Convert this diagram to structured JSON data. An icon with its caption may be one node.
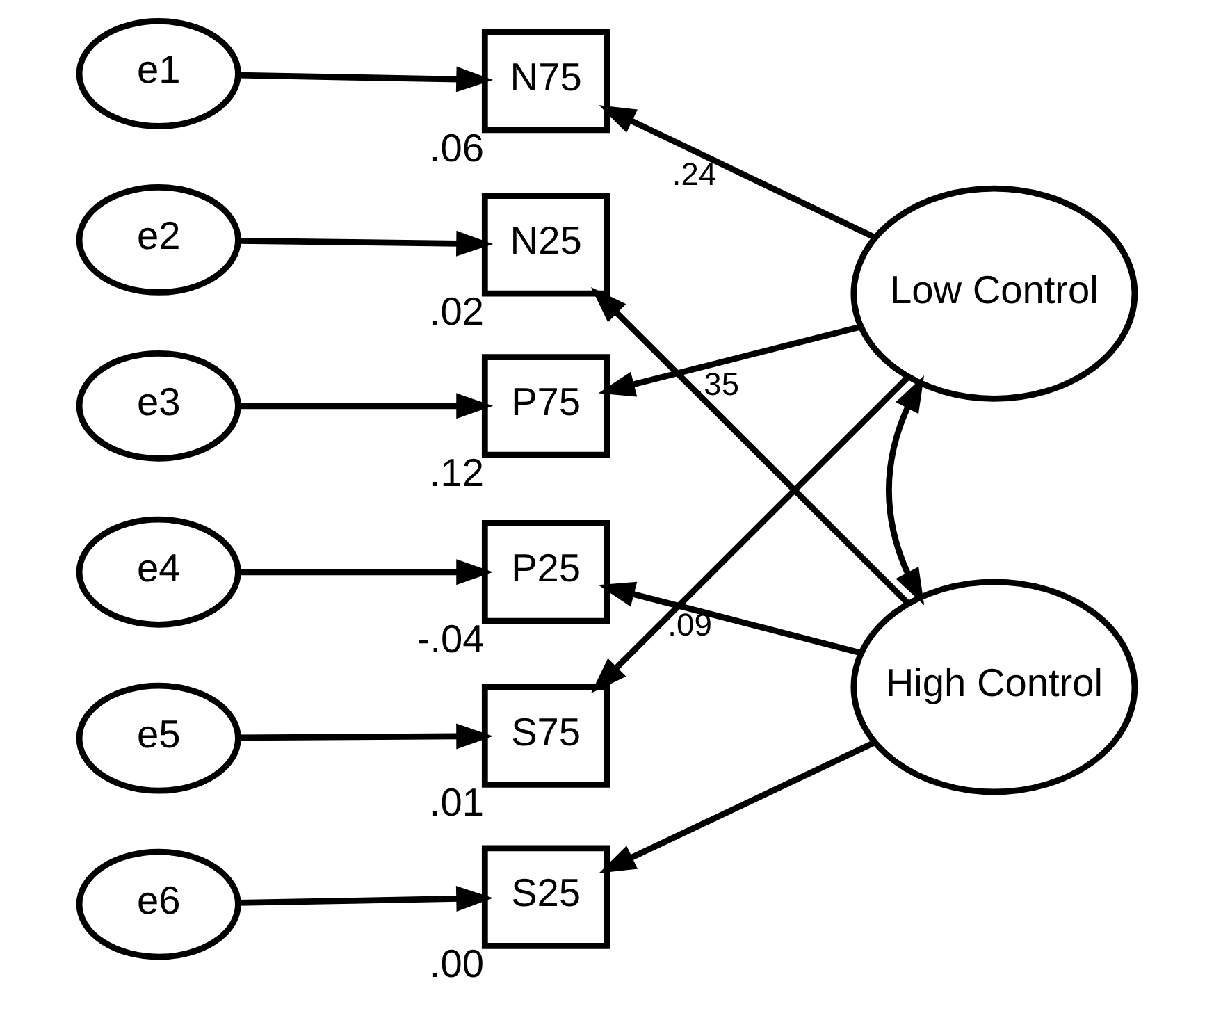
{
  "diagram": {
    "nodes": [
      {
        "text": [
          "e1"
        ]
      },
      {
        "text": [
          "e2"
        ]
      },
      {
        "text": [
          "e3"
        ]
      },
      {
        "text": [
          "e4"
        ]
      },
      {
        "text": [
          "e5"
        ]
      },
      {
        "text": [
          "e6"
        ]
      },
      {
        "text": [
          "N75"
        ],
        "beside": [
          ".06"
        ]
      },
      {
        "text": [
          "N25"
        ],
        "beside": [
          ".02"
        ]
      },
      {
        "text": [
          "P75"
        ],
        "beside": [
          ".12"
        ]
      },
      {
        "text": [
          "P25"
        ],
        "beside": [
          "-.04"
        ]
      },
      {
        "text": [
          "S75"
        ],
        "beside": [
          ".01"
        ]
      },
      {
        "text": [
          "S25"
        ],
        "beside": [
          ".00"
        ]
      },
      {
        "text": [
          "Low Control"
        ]
      },
      {
        "text": [
          "High Control"
        ]
      }
    ],
    "edges": [
      {
        "from": 0,
        "to": 6,
        "arrow": "to"
      },
      {
        "from": 1,
        "to": 7,
        "arrow": "to"
      },
      {
        "from": 2,
        "to": 8,
        "arrow": "to"
      },
      {
        "from": 3,
        "to": 9,
        "arrow": "to"
      },
      {
        "from": 4,
        "to": 10,
        "arrow": "to"
      },
      {
        "from": 5,
        "to": 11,
        "arrow": "to"
      },
      {
        "from": 12,
        "to": 6,
        "arrow": "to",
        "label": ".24"
      },
      {
        "from": 12,
        "to": 8,
        "arrow": "to",
        "label": ".35"
      },
      {
        "from": 12,
        "to": 10,
        "arrow": "to",
        "label": ".09"
      },
      {
        "from": 13,
        "to": 7,
        "arrow": "to"
      },
      {
        "from": 13,
        "to": 9,
        "arrow": "to"
      },
      {
        "from": 13,
        "to": 11,
        "arrow": "to"
      },
      {
        "from": 12,
        "to": 13,
        "arrow": "both"
      }
    ]
  }
}
